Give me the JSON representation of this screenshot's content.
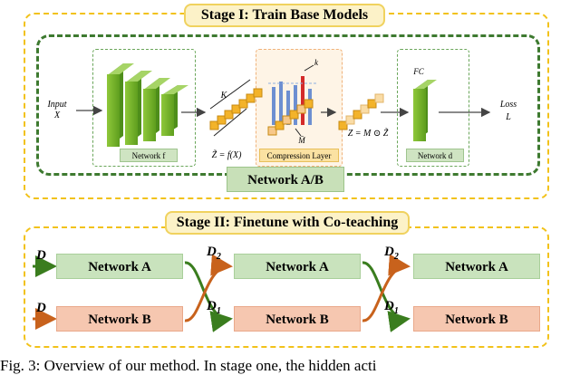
{
  "stage1": {
    "title": "Stage I: Train Base Models",
    "input_label": "Input",
    "input_var": "X",
    "network_f_label": "Network  f",
    "k_top": "K",
    "z_tilde": "Z̃ = f(X)",
    "k_small": "k",
    "m_bar": "M̄",
    "compression_label": "Compression Layer",
    "z_formula": "Z = M ⊙ Z̃",
    "fc_label": "FC",
    "network_d_label": "Network  d",
    "loss_label": "Loss",
    "loss_var": "L",
    "network_ab_label": "Network A/B"
  },
  "stage2": {
    "title": "Stage II: Finetune with Co-teaching",
    "d_top": "D",
    "d_bottom": "D",
    "d2_a": "D",
    "d2_a_sub": "2",
    "d1_a": "D",
    "d1_a_sub": "1",
    "d2_b": "D",
    "d2_b_sub": "2",
    "d1_b": "D",
    "d1_b_sub": "1",
    "net_a1": "Network A",
    "net_b1": "Network B",
    "net_a2": "Network A",
    "net_b2": "Network B",
    "net_a3": "Network A",
    "net_b3": "Network B"
  },
  "caption": "Fig. 3: Overview of our method. In stage one, the hidden acti",
  "colors": {
    "stage_border": "#f2c21a",
    "inner_border": "#3e7a30",
    "green_box": "#c9e3bd",
    "orange_box": "#f6c7b0",
    "green_arrow": "#3a7d1e",
    "orange_arrow": "#c8621c"
  }
}
